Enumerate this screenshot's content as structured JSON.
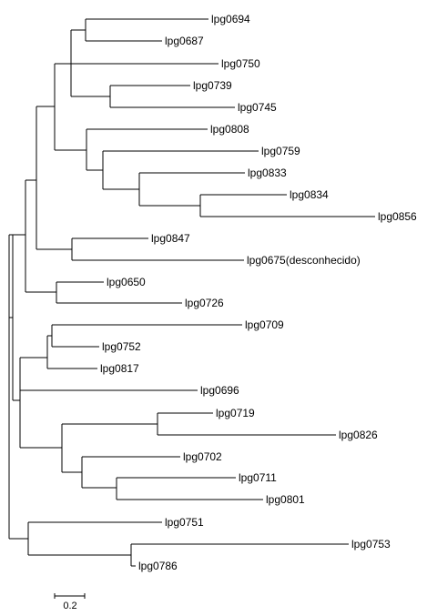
{
  "tree": {
    "leaves": [
      "lpg0694",
      "lpg0687",
      "lpg0750",
      "lpg0739",
      "lpg0745",
      "lpg0808",
      "lpg0759",
      "lpg0833",
      "lpg0834",
      "lpg0856",
      "lpg0847",
      "lpg0675(desconhecido)",
      "lpg0650",
      "lpg0726",
      "lpg0709",
      "lpg0752",
      "lpg0817",
      "lpg0696",
      "lpg0719",
      "lpg0826",
      "lpg0702",
      "lpg0711",
      "lpg0801",
      "lpg0751",
      "lpg0753",
      "lpg0786"
    ]
  },
  "scale_bar": {
    "label": "0.2"
  }
}
